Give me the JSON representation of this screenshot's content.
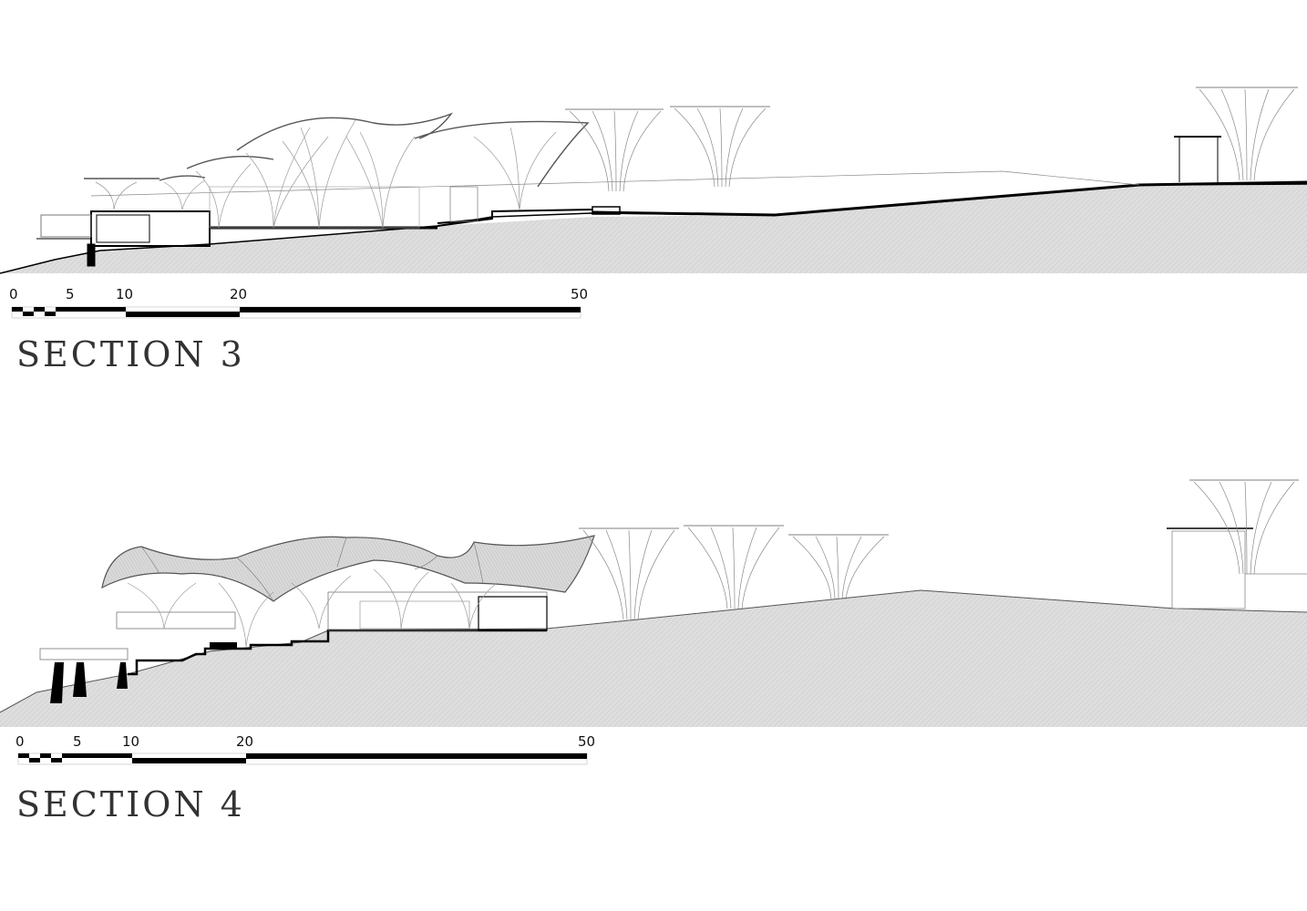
{
  "sections": [
    {
      "title": "SECTION 3",
      "scale_labels": [
        "0",
        "5",
        "10",
        "20",
        "50"
      ]
    },
    {
      "title": "SECTION 4",
      "scale_labels": [
        "0",
        "5",
        "10",
        "20",
        "50"
      ]
    }
  ],
  "colors": {
    "ground": "#dcdcdc",
    "line": "#000000",
    "structure": "#9a9a9a",
    "roof": "#cfcfcf",
    "title": "#333333"
  }
}
